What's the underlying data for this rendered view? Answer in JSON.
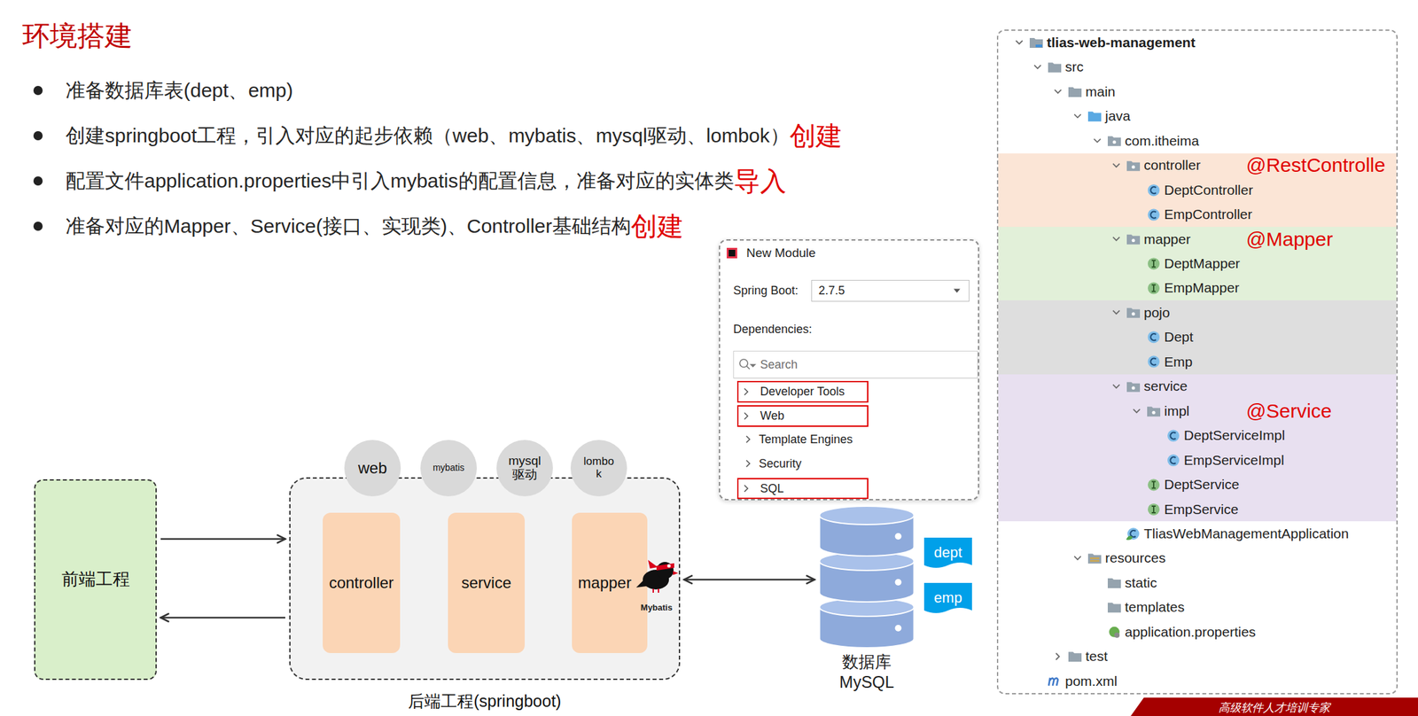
{
  "diagram": {
    "title": "环境搭建",
    "nodes": [
      {
        "text": [
          "tlias-web-management",
          "src",
          "main",
          "java",
          "com.itheima",
          "TliasWebManagementApplication",
          "resources",
          "static",
          "templates",
          "application.properties",
          "test",
          "pom.xml"
        ]
      },
      {
        "text": [
          "controller",
          "DeptController",
          "EmpController",
          "@RestControlle"
        ],
        "in": 0
      },
      {
        "text": [
          "mapper",
          "DeptMapper",
          "EmpMapper",
          "@Mapper"
        ],
        "in": 0
      },
      {
        "text": [
          "pojo",
          "Dept",
          "Emp"
        ],
        "in": 0
      },
      {
        "text": [
          "service",
          "impl",
          "DeptServiceImpl",
          "EmpServiceImpl",
          "DeptService",
          "EmpService",
          "@Service"
        ],
        "in": 0
      },
      {
        "text": [
          "New Module",
          "Spring Boot:",
          "Dependencies:",
          "Template Engines",
          "Security"
        ]
      },
      {
        "text": [
          "2.7.5"
        ],
        "in": 5
      },
      {
        "text": [
          "Search"
        ],
        "in": 5
      },
      {
        "text": [
          "Developer Tools"
        ],
        "in": 5
      },
      {
        "text": [
          "Web"
        ],
        "in": 5
      },
      {
        "text": [
          "SQL"
        ],
        "in": 5
      },
      {
        "text": [
          "前端工程"
        ]
      },
      {
        "text": [
          "后端工程(springboot)"
        ]
      },
      {
        "text": [
          "controller"
        ],
        "in": 12
      },
      {
        "text": [
          "service"
        ],
        "in": 12
      },
      {
        "text": [
          "mapper"
        ],
        "in": 12
      },
      {
        "text": [
          "web"
        ]
      },
      {
        "text": [
          "mybatis"
        ]
      },
      {
        "text": [
          "mysql 驱动"
        ]
      },
      {
        "text": [
          "lombo k"
        ]
      },
      {
        "text": [
          "数据库 MySQL"
        ]
      },
      {
        "text": [
          "dept"
        ]
      },
      {
        "text": [
          "emp"
        ]
      }
    ],
    "edges": [
      {
        "from": 11,
        "to": 12,
        "arrow": "to"
      },
      {
        "from": 12,
        "to": 11,
        "arrow": "to"
      },
      {
        "from": 12,
        "to": 20,
        "arrow": "both"
      }
    ],
    "labels": [
      "准备数据库表(dept、emp)",
      "创建springboot工程，引入对应的起步依赖（web、mybatis、mysql驱动、lombok）",
      "配置文件application.properties中引入mybatis的配置信息，准备对应的实体类",
      "准备对应的Mapper、Service(接口、实现类)、Controller基础结构",
      "创建",
      "导入",
      "创建",
      "Mybatis",
      "高级软件人才培训专家"
    ]
  }
}
